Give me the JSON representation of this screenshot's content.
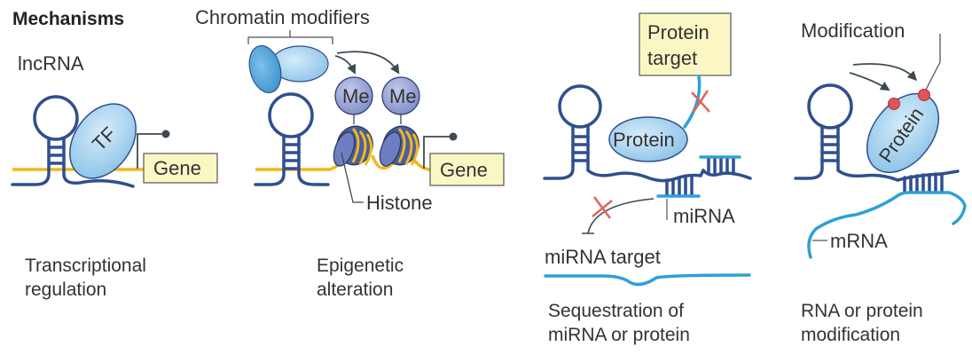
{
  "title": "Mechanisms",
  "colors": {
    "lncrna": "#2f4f8f",
    "dna": "#f2b81c",
    "protein_fill": "#a9d3ee",
    "protein_dark": "#5aa8dc",
    "gene_box": "#fbf7c4",
    "methyl": "#8f9bd0",
    "histone": "#4b5e9e",
    "mirna": "#2f9fd9",
    "block_x": "#e0645a",
    "modification_dot": "#e0545a",
    "arrow": "#3c4a52"
  },
  "panels": [
    {
      "id": "transcriptional",
      "labels": {
        "lncrna": "lncRNA",
        "tf": "TF",
        "gene": "Gene"
      },
      "caption": [
        "Transcriptional",
        "regulation"
      ]
    },
    {
      "id": "epigenetic",
      "labels": {
        "modifiers": "Chromatin modifiers",
        "me1": "Me",
        "me2": "Me",
        "histone": "Histone",
        "gene": "Gene"
      },
      "caption": [
        "Epigenetic",
        "alteration"
      ]
    },
    {
      "id": "sequestration",
      "labels": {
        "protein_target": [
          "Protein",
          "target"
        ],
        "protein": "Protein",
        "mirna": "miRNA",
        "mirna_target": "miRNA target"
      },
      "caption": [
        "Sequestration of",
        "miRNA or protein"
      ]
    },
    {
      "id": "modification",
      "labels": {
        "modification": "Modification",
        "protein": "Protein",
        "mrna": "mRNA"
      },
      "caption": [
        "RNA or protein",
        "modification"
      ]
    }
  ]
}
